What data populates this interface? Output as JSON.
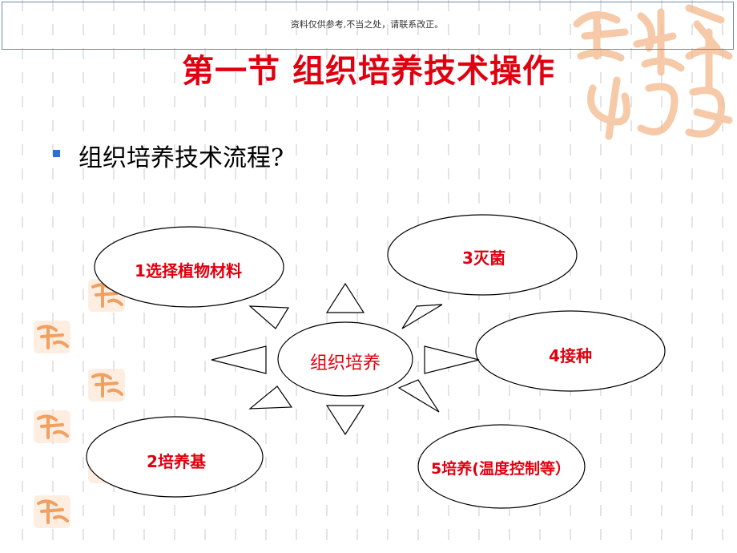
{
  "header": {
    "note": "资料仅供参考,不当之处，请联系改正。"
  },
  "slide": {
    "title": "第一节 组织培养技术操作",
    "bullet_text": "组织培养技术流程?"
  },
  "diagram": {
    "center": "组织培养",
    "steps": [
      {
        "label": "1选择植物材料"
      },
      {
        "label": "3灭菌"
      },
      {
        "label": "4接种"
      },
      {
        "label": "2培养基"
      },
      {
        "label": "5培养(温度控制等）"
      }
    ]
  },
  "colors": {
    "accent_red": "#e0000f",
    "bullet_blue": "#2a6fd6",
    "seal_orange": "#f0a060"
  }
}
